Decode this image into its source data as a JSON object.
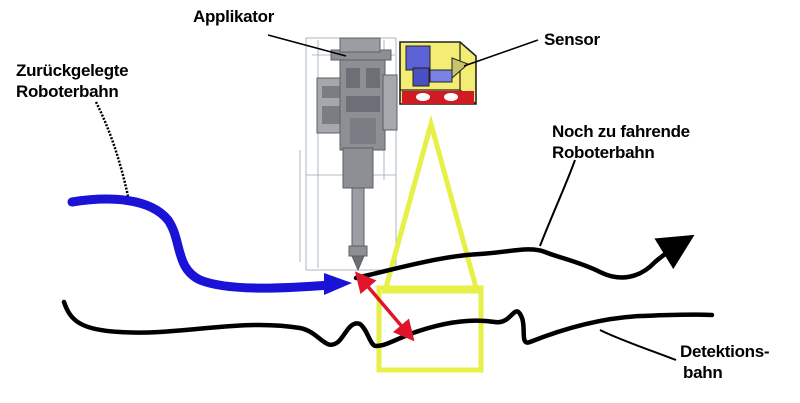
{
  "labels": {
    "applikator": "Applikator",
    "sensor": "Sensor",
    "travelled_path": {
      "line1": "Zurückgelegte",
      "line2": "Roboterbahn"
    },
    "remaining_path": {
      "line1": "Noch zu fahrende",
      "line2": "Roboterbahn"
    },
    "detection_path": {
      "line1": "Detektions-",
      "line2": "bahn"
    }
  },
  "colors": {
    "travelled_path": "#1a12d6",
    "robot_path": "#000000",
    "detection_path": "#000000",
    "sensor_field": "#e6f046",
    "offset_arrow": "#e0152b",
    "applicator_body": "#8c8f94",
    "sensor_housing": "#f0ea6a"
  },
  "icons": {
    "applicator": "applicator-drawing-icon",
    "sensor": "sensor-cube-icon"
  }
}
